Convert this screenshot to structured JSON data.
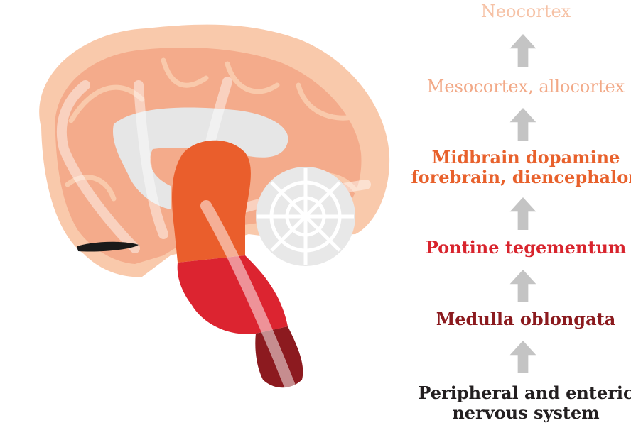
{
  "levels": [
    {
      "text": "Neocortex",
      "color": "#f6c2a6"
    },
    {
      "text": "Mesocortex, allocortex",
      "color": "#f2a987"
    },
    {
      "line1": "Midbrain dopamine",
      "line2": "forebrain, diencephalon",
      "color": "#e8612c"
    },
    {
      "text": "Pontine tegementum",
      "color": "#d8242d"
    },
    {
      "text": "Medulla oblongata",
      "color": "#8b1a1e"
    },
    {
      "line1": "Peripheral and enteric",
      "line2": "nervous system",
      "color": "#231f20"
    }
  ],
  "colors": {
    "cortex_outer": "#f9c9ab",
    "cortex_inner": "#f4ab8b",
    "white_matter": "#e6e6e6",
    "midbrain": "#ea5e2c",
    "pons": "#dc2430",
    "medulla": "#8c1a1f",
    "arrow_gray": "#c4c4c4"
  }
}
